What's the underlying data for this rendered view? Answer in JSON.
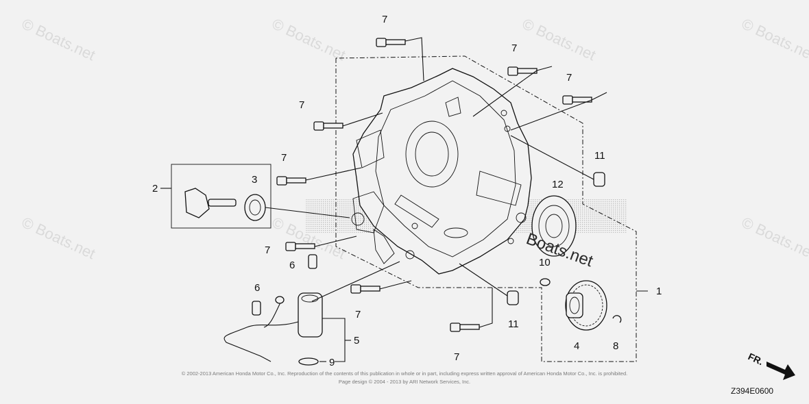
{
  "watermark": "© Boats.net",
  "watermark_center": "Boats.net",
  "diagram_code": "Z394E0600",
  "direction_label": "FR.",
  "copyright": {
    "line1": "© 2002-2013 American Honda Motor Co., Inc. Reproduction of the contents of this publication in whole or in part, including express written approval of American Honda Motor Co., Inc. is prohibited.",
    "line2": "Page design © 2004 - 2013 by ARI Network Services, Inc."
  },
  "callouts": {
    "c1": "1",
    "c2": "2",
    "c3": "3",
    "c4": "4",
    "c5": "5",
    "c6a": "6",
    "c6b": "6",
    "c7a": "7",
    "c7b": "7",
    "c7c": "7",
    "c7d": "7",
    "c7e": "7",
    "c7f": "7",
    "c7g": "7",
    "c7h": "7",
    "c8": "8",
    "c9": "9",
    "c10": "10",
    "c11a": "11",
    "c11b": "11",
    "c12": "12"
  }
}
